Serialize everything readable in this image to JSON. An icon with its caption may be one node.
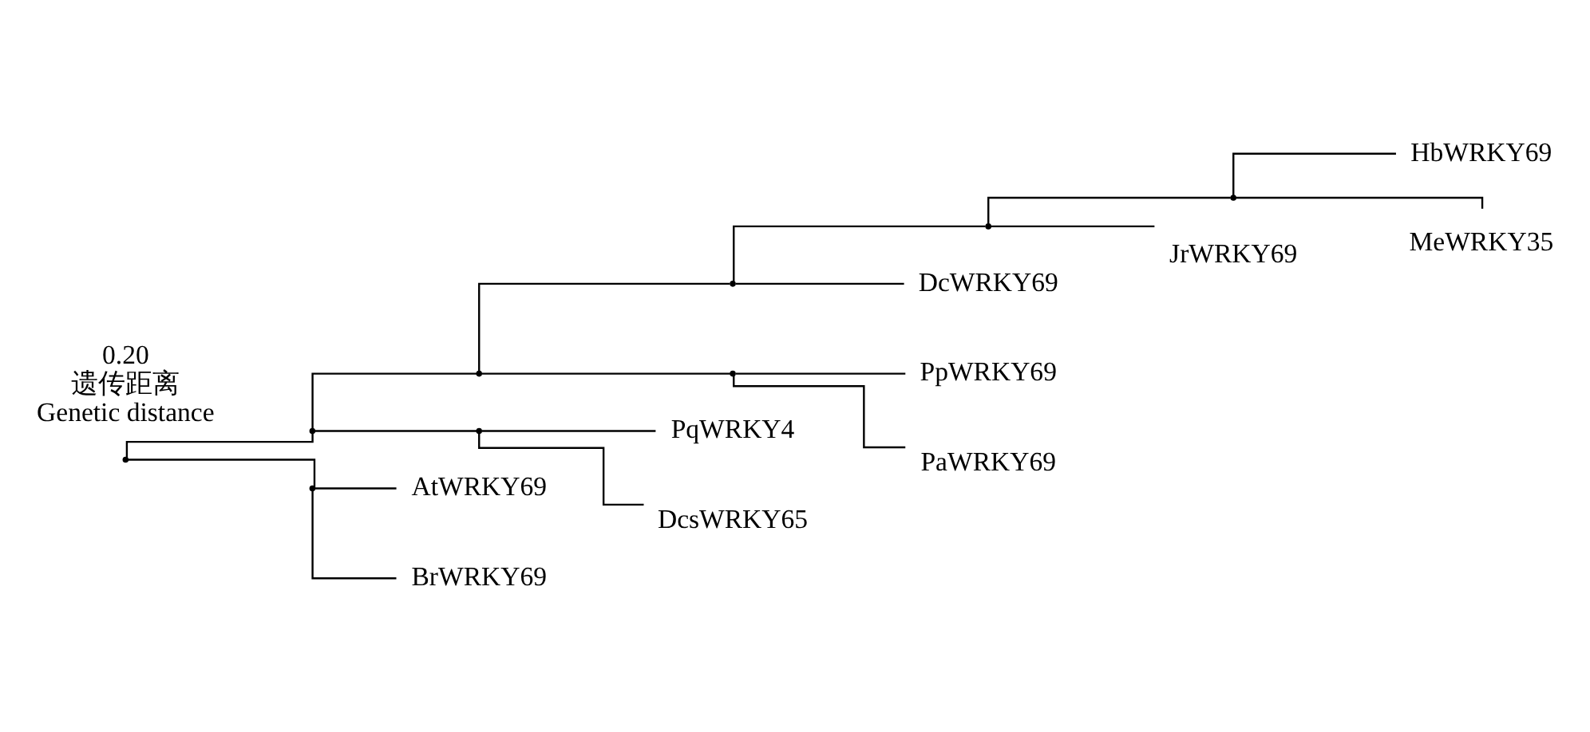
{
  "diagram": {
    "nodes": [
      {
        "text": [
          "HbWRKY69"
        ]
      },
      {
        "text": [
          "MeWRKY35"
        ]
      },
      {
        "text": [
          "JrWRKY69"
        ]
      },
      {
        "text": [
          "DcWRKY69"
        ]
      },
      {
        "text": [
          "PpWRKY69"
        ]
      },
      {
        "text": [
          "PaWRKY69"
        ]
      },
      {
        "text": [
          "PqWRKY4"
        ]
      },
      {
        "text": [
          "DcsWRKY65"
        ]
      },
      {
        "text": [
          "AtWRKY69"
        ]
      },
      {
        "text": [
          "BrWRKY69"
        ]
      },
      {
        "text": [],
        "shape": "point"
      },
      {
        "text": [],
        "shape": "point"
      },
      {
        "text": [],
        "shape": "point"
      },
      {
        "text": [],
        "shape": "point"
      },
      {
        "text": [],
        "shape": "point"
      },
      {
        "text": [],
        "shape": "point"
      },
      {
        "text": [],
        "shape": "point"
      },
      {
        "text": [],
        "shape": "point"
      },
      {
        "text": [],
        "shape": "point"
      }
    ],
    "edges": [
      {
        "from": 10,
        "to": 12,
        "arrow": "none"
      },
      {
        "from": 10,
        "to": 11,
        "arrow": "none"
      },
      {
        "from": 12,
        "to": 14,
        "arrow": "none"
      },
      {
        "from": 12,
        "to": 13,
        "arrow": "none"
      },
      {
        "from": 14,
        "to": 16,
        "arrow": "none"
      },
      {
        "from": 14,
        "to": 15,
        "arrow": "none"
      },
      {
        "from": 16,
        "to": 17,
        "arrow": "none"
      },
      {
        "from": 16,
        "to": 3,
        "arrow": "none"
      },
      {
        "from": 17,
        "to": 18,
        "arrow": "none"
      },
      {
        "from": 17,
        "to": 2,
        "arrow": "none"
      },
      {
        "from": 18,
        "to": 0,
        "arrow": "none"
      },
      {
        "from": 18,
        "to": 1,
        "arrow": "none"
      },
      {
        "from": 15,
        "to": 4,
        "arrow": "none"
      },
      {
        "from": 15,
        "to": 5,
        "arrow": "none"
      },
      {
        "from": 13,
        "to": 6,
        "arrow": "none"
      },
      {
        "from": 13,
        "to": 7,
        "arrow": "none"
      },
      {
        "from": 11,
        "to": 8,
        "arrow": "none"
      },
      {
        "from": 11,
        "to": 9,
        "arrow": "none"
      }
    ],
    "labels": [
      "0.20",
      "遗传距离",
      "Genetic distance"
    ]
  }
}
